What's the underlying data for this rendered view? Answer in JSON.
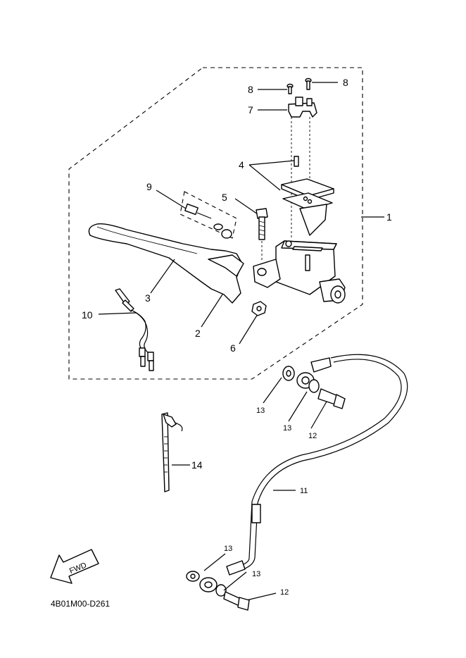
{
  "diagram_code": "4B01M00-D261",
  "fwd_label": "FWD",
  "callouts": {
    "c1": "1",
    "c2": "2",
    "c3": "3",
    "c4": "4",
    "c5": "5",
    "c6": "6",
    "c7": "7",
    "c8a": "8",
    "c8b": "8",
    "c9": "9",
    "c10": "10",
    "c11": "11",
    "c12a": "12",
    "c12b": "12",
    "c13a": "13",
    "c13b": "13",
    "c13c": "13",
    "c13d": "13",
    "c14": "14"
  }
}
